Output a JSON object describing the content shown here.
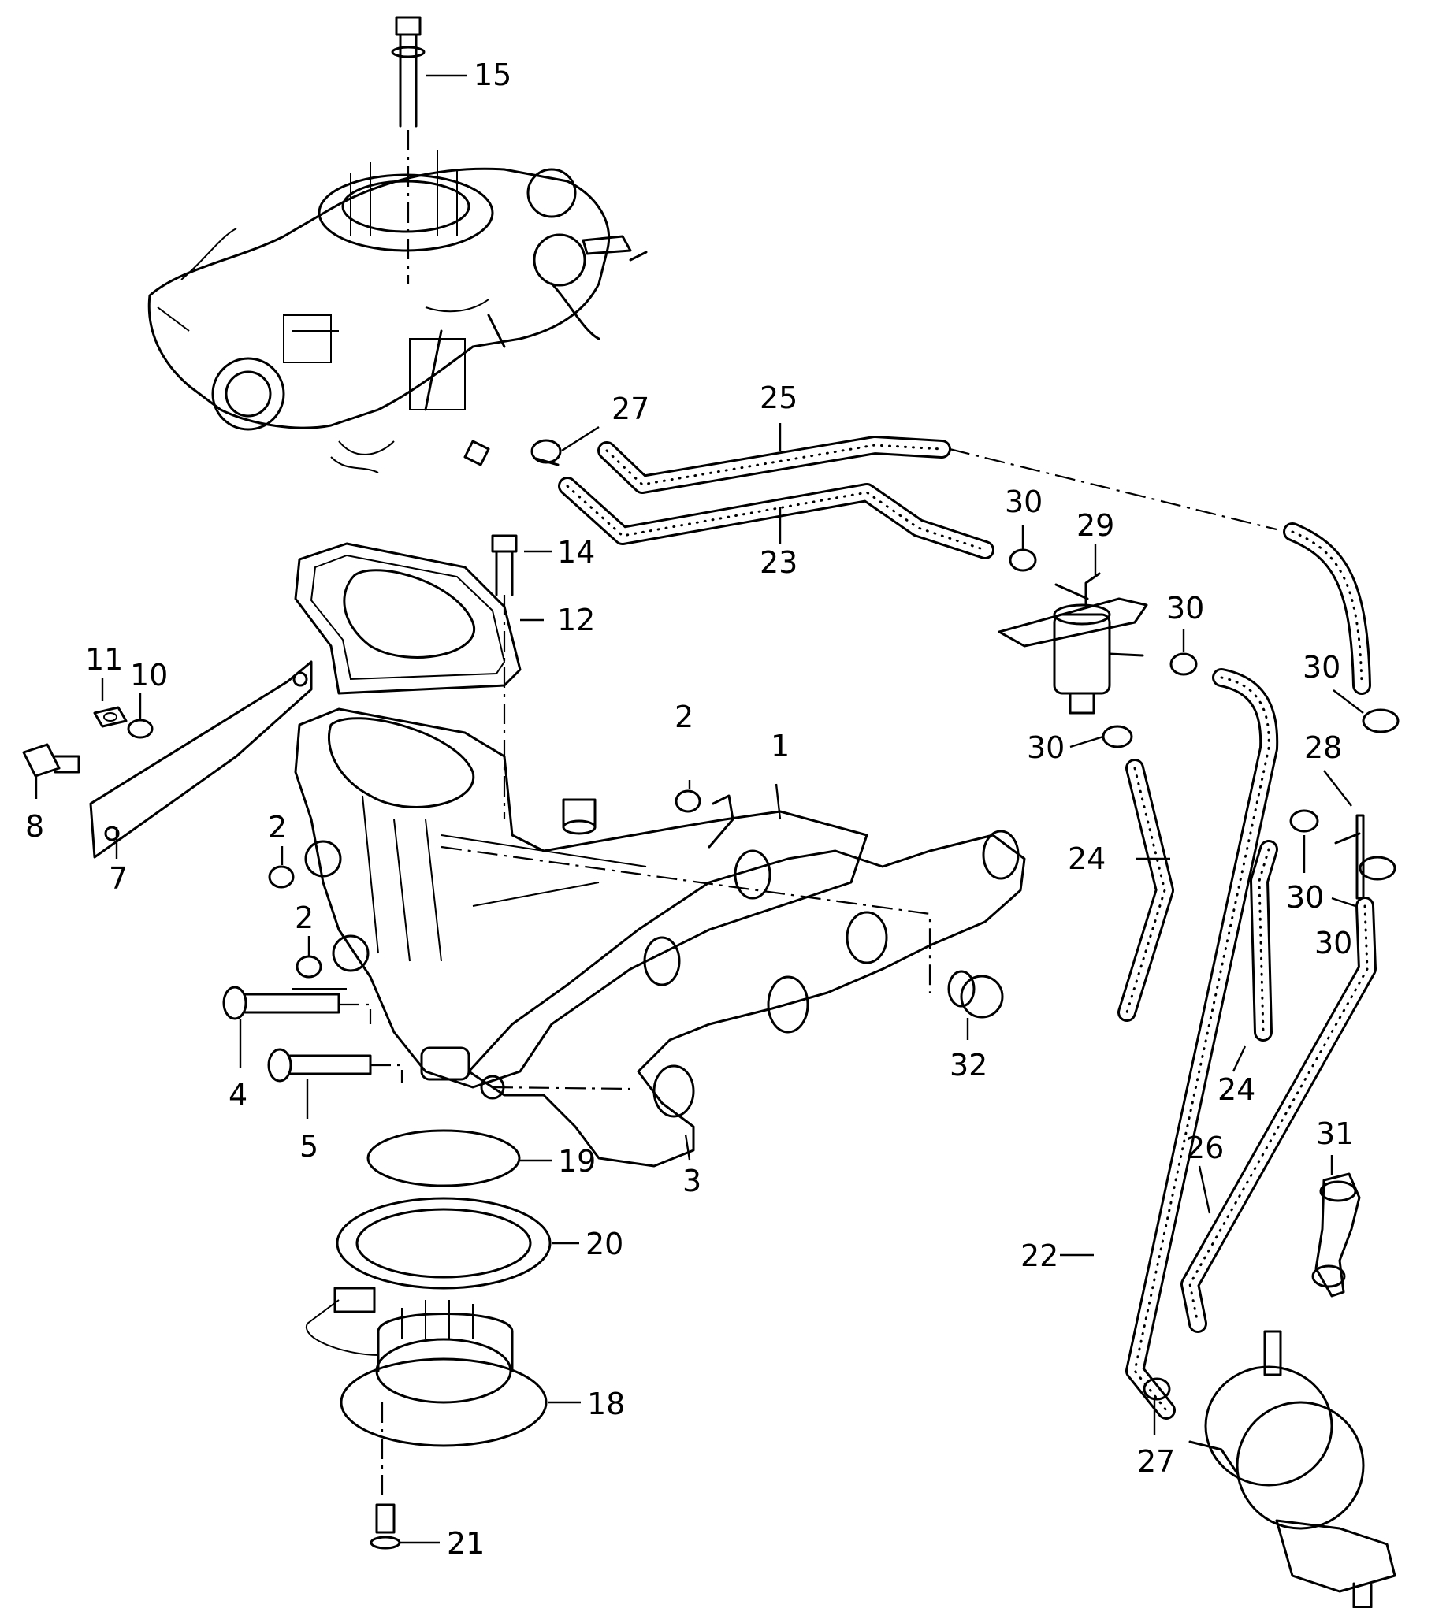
{
  "callouts": {
    "c1": "1",
    "c2a": "2",
    "c2b": "2",
    "c2c": "2",
    "c3": "3",
    "c4": "4",
    "c5": "5",
    "c7": "7",
    "c8": "8",
    "c10": "10",
    "c11": "11",
    "c12": "12",
    "c14": "14",
    "c15": "15",
    "c18": "18",
    "c19": "19",
    "c20": "20",
    "c21": "21",
    "c22": "22",
    "c23": "23",
    "c24a": "24",
    "c24b": "24",
    "c25": "25",
    "c26": "26",
    "c27a": "27",
    "c27b": "27",
    "c28": "28",
    "c29": "29",
    "c30a": "30",
    "c30b": "30",
    "c30c": "30",
    "c30d": "30",
    "c30e": "30",
    "c30f": "30",
    "c31": "31",
    "c32": "32"
  }
}
